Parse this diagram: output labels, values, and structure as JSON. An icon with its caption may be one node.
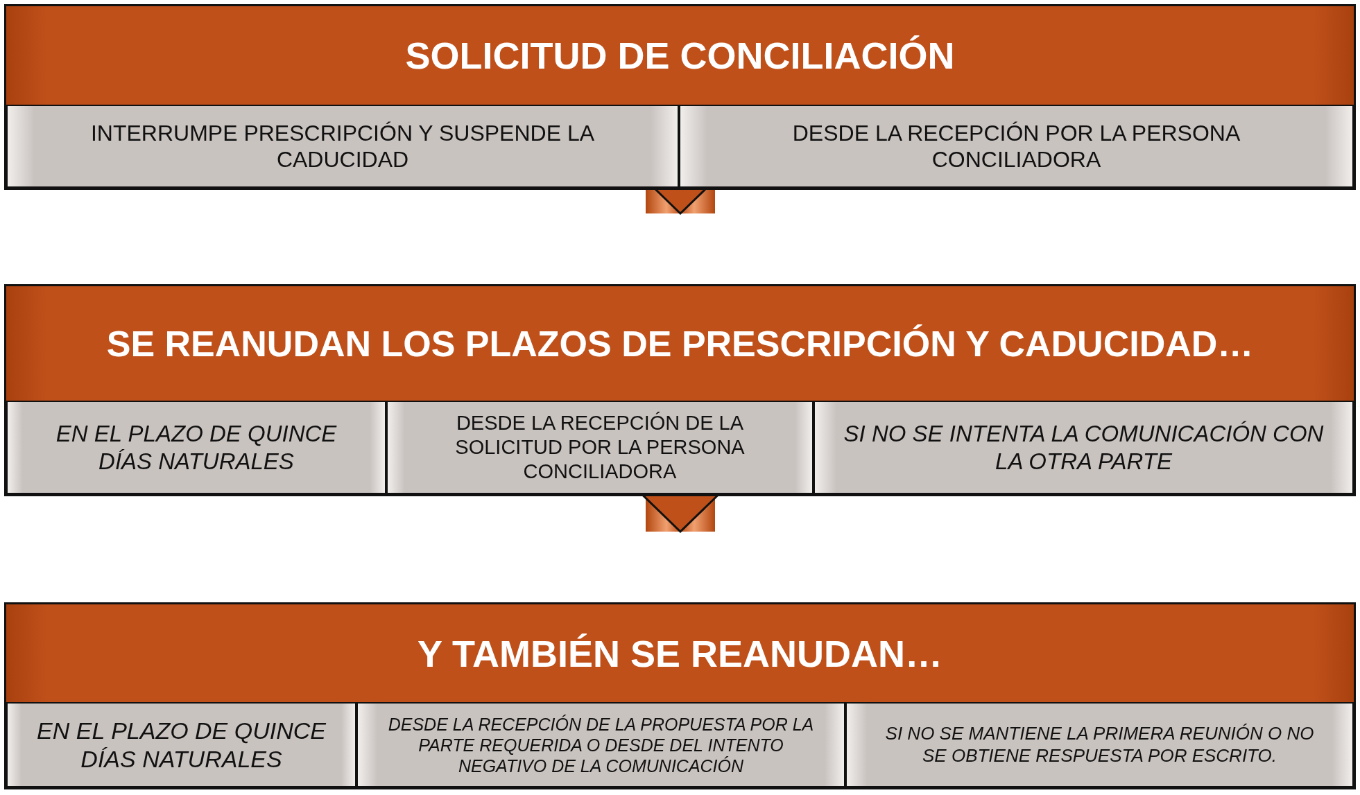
{
  "diagram": {
    "nodes": [
      {
        "text": [
          "SOLICITUD DE CONCILIACIÓN"
        ]
      },
      {
        "text": [
          "INTERRUMPE PRESCRIPCIÓN Y SUSPENDE LA CADUCIDAD"
        ],
        "in": 0
      },
      {
        "text": [
          "DESDE LA RECEPCIÓN POR LA PERSONA CONCILIADORA"
        ],
        "in": 0
      },
      {
        "text": [
          "SE REANUDAN LOS PLAZOS DE PRESCRIPCIÓN Y CADUCIDAD…"
        ]
      },
      {
        "text": [
          "EN EL PLAZO DE QUINCE DÍAS NATURALES"
        ],
        "in": 3
      },
      {
        "text": [
          "DESDE LA RECEPCIÓN DE LA SOLICITUD POR LA PERSONA CONCILIADORA"
        ],
        "in": 3
      },
      {
        "text": [
          "SI NO SE INTENTA LA COMUNICACIÓN CON LA OTRA PARTE"
        ],
        "in": 3
      },
      {
        "text": [
          "Y TAMBIÉN SE REANUDAN…"
        ]
      },
      {
        "text": [
          "EN EL PLAZO DE QUINCE DÍAS NATURALES"
        ],
        "in": 7
      },
      {
        "text": [
          "DESDE LA RECEPCIÓN DE LA PROPUESTA POR LA PARTE REQUERIDA O DESDE DEL INTENTO NEGATIVO DE LA COMUNICACIÓN"
        ],
        "in": 7
      },
      {
        "text": [
          "SI NO SE MANTIENE LA PRIMERA REUNIÓN O NO SE OBTIENE RESPUESTA POR ESCRITO."
        ],
        "in": 7
      }
    ],
    "edges": [
      {
        "from": 0,
        "to": 3,
        "arrow": "to",
        "style": "thick"
      },
      {
        "from": 3,
        "to": 7,
        "arrow": "to",
        "style": "thick"
      }
    ]
  }
}
